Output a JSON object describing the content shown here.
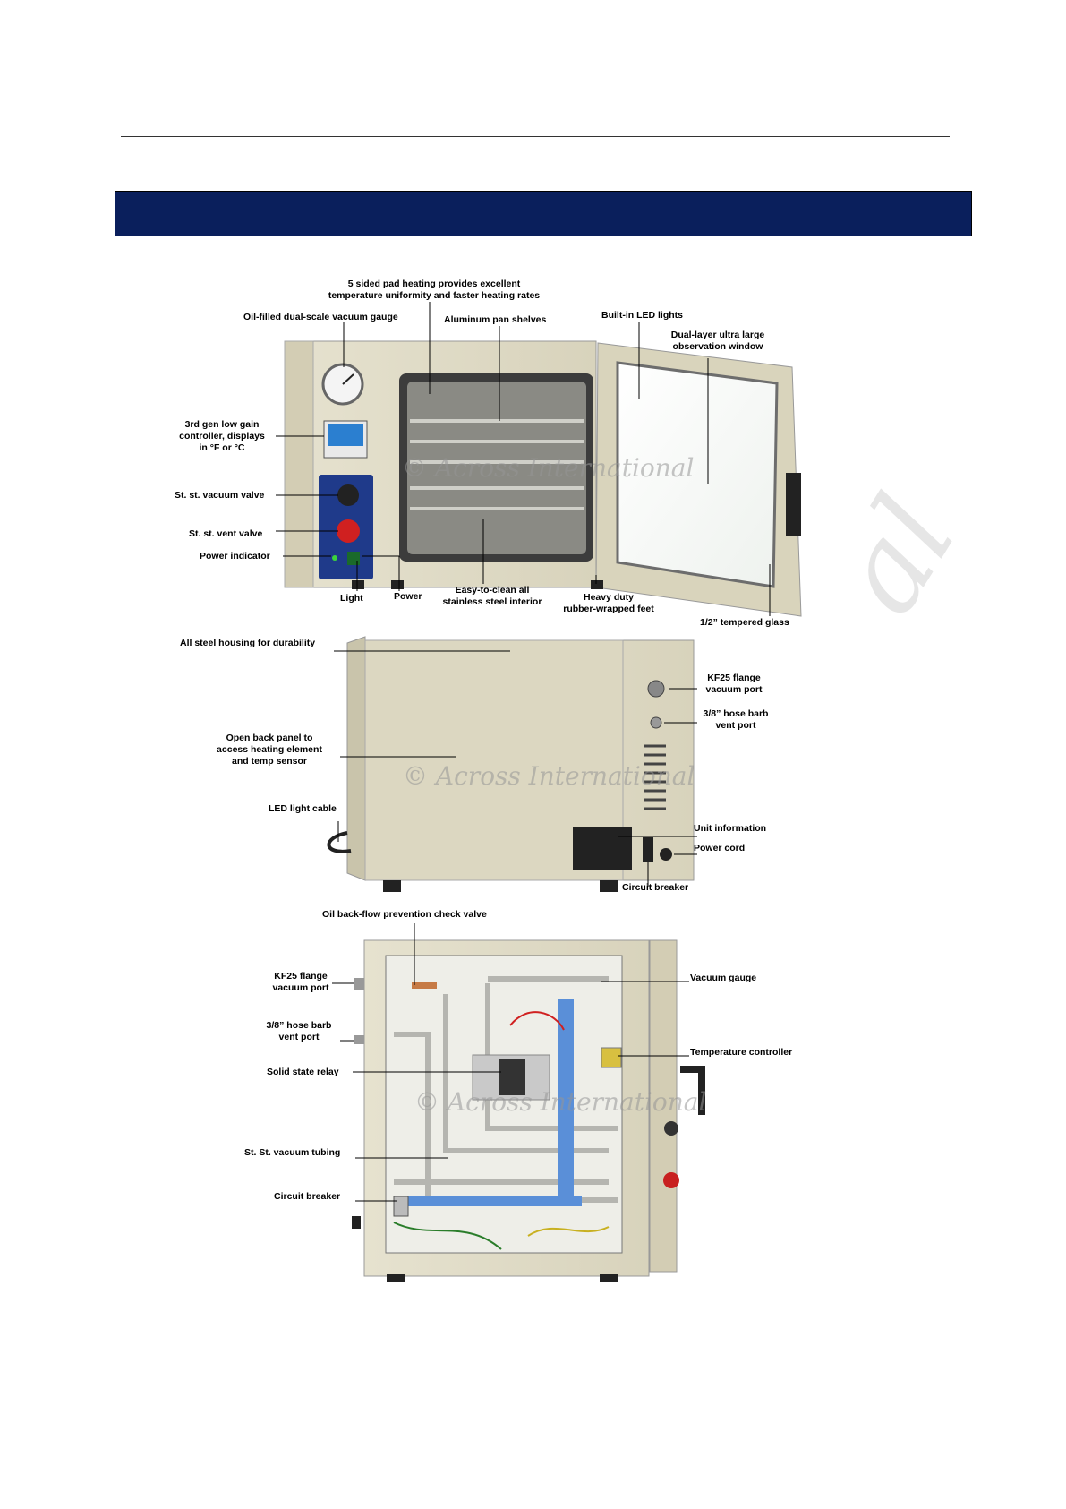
{
  "watermark": {
    "text": "© Across International",
    "edge_text": "al"
  },
  "figure_front": {
    "labels": {
      "pad_heating": [
        "5 sided pad heating provides excellent",
        "temperature uniformity and faster heating rates"
      ],
      "vacuum_gauge": "Oil-filled dual-scale vacuum gauge",
      "pan_shelves": "Aluminum pan shelves",
      "led_lights": "Built-in LED lights",
      "observation_window": [
        "Dual-layer ultra large",
        "observation window"
      ],
      "controller": [
        "3rd gen low gain",
        "controller, displays",
        "in °F or °C"
      ],
      "vacuum_valve": "St. st. vacuum valve",
      "vent_valve": "St. st. vent valve",
      "power_indicator": "Power indicator",
      "light": "Light",
      "power": "Power",
      "interior": [
        "Easy-to-clean all",
        "stainless steel interior"
      ],
      "feet": [
        "Heavy duty",
        "rubber-wrapped feet"
      ],
      "tempered_glass": "1/2” tempered glass"
    }
  },
  "figure_back": {
    "labels": {
      "housing": "All steel housing for durability",
      "back_panel": [
        "Open back panel to",
        "access heating element",
        "and temp sensor"
      ],
      "led_cable": "LED light cable",
      "kf25": [
        "KF25 flange",
        "vacuum port"
      ],
      "hose_barb": [
        "3/8” hose barb",
        "vent port"
      ],
      "unit_info": "Unit information",
      "power_cord": "Power cord",
      "circuit_breaker": "Circuit breaker"
    }
  },
  "figure_interior": {
    "labels": {
      "check_valve": "Oil back-flow prevention check valve",
      "kf25": [
        "KF25 flange",
        "vacuum port"
      ],
      "hose_barb": [
        "3/8” hose barb",
        "vent port"
      ],
      "relay": "Solid state relay",
      "tubing": "St. St. vacuum tubing",
      "circuit_breaker": "Circuit breaker",
      "vacuum_gauge": "Vacuum gauge",
      "temp_controller": "Temperature controller"
    }
  }
}
